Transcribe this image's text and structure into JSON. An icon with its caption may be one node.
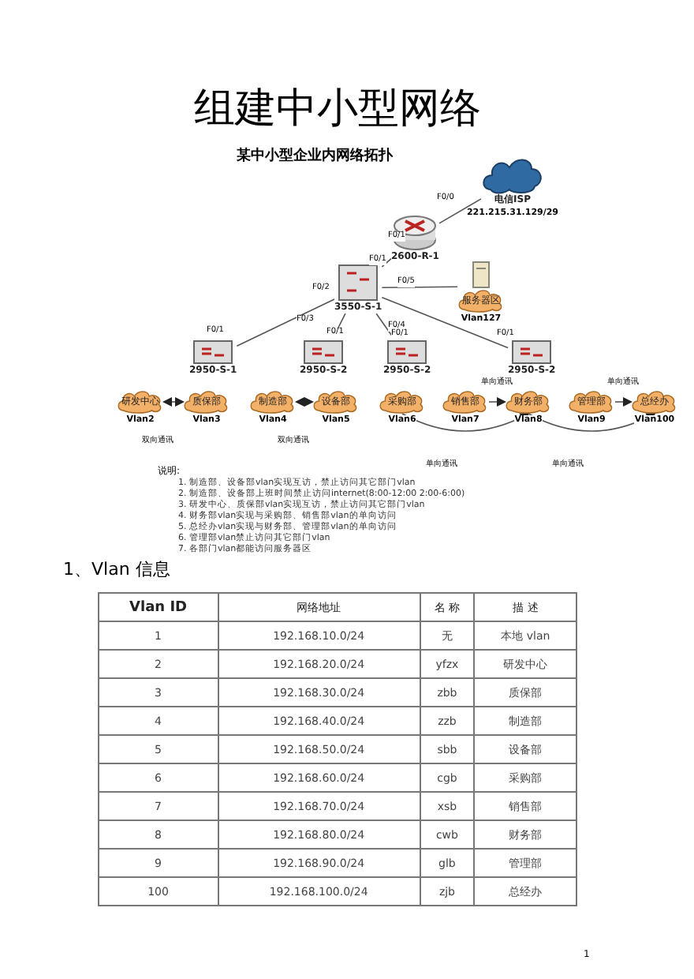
{
  "diagram": {
    "title": "组建中小型网络",
    "nodes": [
      {
        "text": [
          "电信ISP"
        ],
        "beside": [
          "221.215.31.129/29"
        ]
      },
      {
        "text": [
          "2600-R-1"
        ]
      },
      {
        "text": [
          "3550-S-1"
        ]
      },
      {
        "text": [
          "服务器区"
        ],
        "beside": [
          "Vlan127"
        ]
      },
      {
        "text": [
          "2950-S-1"
        ]
      },
      {
        "text": [
          "2950-S-2"
        ]
      },
      {
        "text": [
          "2950-S-2"
        ]
      },
      {
        "text": [
          "2950-S-2"
        ]
      },
      {
        "text": [
          "研发中心"
        ],
        "beside": [
          "Vlan2"
        ]
      },
      {
        "text": [
          "质保部"
        ],
        "beside": [
          "Vlan3"
        ]
      },
      {
        "text": [
          "制造部"
        ],
        "beside": [
          "Vlan4"
        ]
      },
      {
        "text": [
          "设备部"
        ],
        "beside": [
          "Vlan5"
        ]
      },
      {
        "text": [
          "采购部"
        ],
        "beside": [
          "Vlan6"
        ]
      },
      {
        "text": [
          "销售部"
        ],
        "beside": [
          "Vlan7"
        ]
      },
      {
        "text": [
          "财务部"
        ],
        "beside": [
          "Vlan8"
        ]
      },
      {
        "text": [
          "管理部"
        ],
        "beside": [
          "Vlan9"
        ]
      },
      {
        "text": [
          "总经办"
        ],
        "beside": [
          "Vlan100"
        ]
      }
    ],
    "edges": [
      {
        "from": 1,
        "to": 0,
        "arrow": "none"
      },
      {
        "from": 1,
        "to": 2,
        "arrow": "none"
      },
      {
        "from": 2,
        "to": 3,
        "arrow": "none"
      },
      {
        "from": 2,
        "to": 4,
        "arrow": "none"
      },
      {
        "from": 2,
        "to": 5,
        "arrow": "none"
      },
      {
        "from": 2,
        "to": 6,
        "arrow": "none"
      },
      {
        "from": 2,
        "to": 7,
        "arrow": "none"
      },
      {
        "from": 8,
        "to": 9,
        "arrow": "both",
        "label": "双向通讯"
      },
      {
        "from": 10,
        "to": 11,
        "arrow": "both",
        "label": "双向通讯"
      },
      {
        "from": 12,
        "to": 14,
        "arrow": "to",
        "label": "单向通讯"
      },
      {
        "from": 13,
        "to": 14,
        "arrow": "to",
        "label": "单向通讯"
      },
      {
        "from": 14,
        "to": 16,
        "arrow": "to",
        "label": "单向通讯"
      },
      {
        "from": 15,
        "to": 16,
        "arrow": "to",
        "label": "单向通讯"
      }
    ],
    "labels": [
      "某中小型企业内网络拓扑",
      "F0/0",
      "F0/1",
      "F0/1",
      "F0/2",
      "F0/3",
      "F0/4",
      "F0/5",
      "F0/1",
      "F0/1",
      "F0/1",
      "F0/1",
      "说明:",
      "1. 制造部、设备部vlan实现互访，禁止访问其它部门vlan",
      "2. 制造部、设备部上班时间禁止访问internet(8:00-12:00 2:00-6:00)",
      "3. 研发中心、质保部vlan实现互访，禁止访问其它部门vlan",
      "4. 财务部vlan实现与采购部、销售部vlan的单向访问",
      "5. 总经办vlan实现与财务部、管理部vlan的单向访问",
      "6. 管理部vlan禁止访问其它部门vlan",
      "7. 各部门vlan都能访问服务器区",
      "1、Vlan 信息",
      "Vlan ID",
      "网络地址",
      "名 称",
      "描 述",
      "1",
      "192.168.10.0/24",
      "无",
      "本地 vlan",
      "2",
      "192.168.20.0/24",
      "yfzx",
      "研发中心",
      "3",
      "192.168.30.0/24",
      "zbb",
      "质保部",
      "4",
      "192.168.40.0/24",
      "zzb",
      "制造部",
      "5",
      "192.168.50.0/24",
      "sbb",
      "设备部",
      "6",
      "192.168.60.0/24",
      "cgb",
      "采购部",
      "7",
      "192.168.70.0/24",
      "xsb",
      "销售部",
      "8",
      "192.168.80.0/24",
      "cwb",
      "财务部",
      "9",
      "192.168.90.0/24",
      "glb",
      "管理部",
      "100",
      "192.168.100.0/24",
      "zjb",
      "总经办",
      "1"
    ]
  }
}
